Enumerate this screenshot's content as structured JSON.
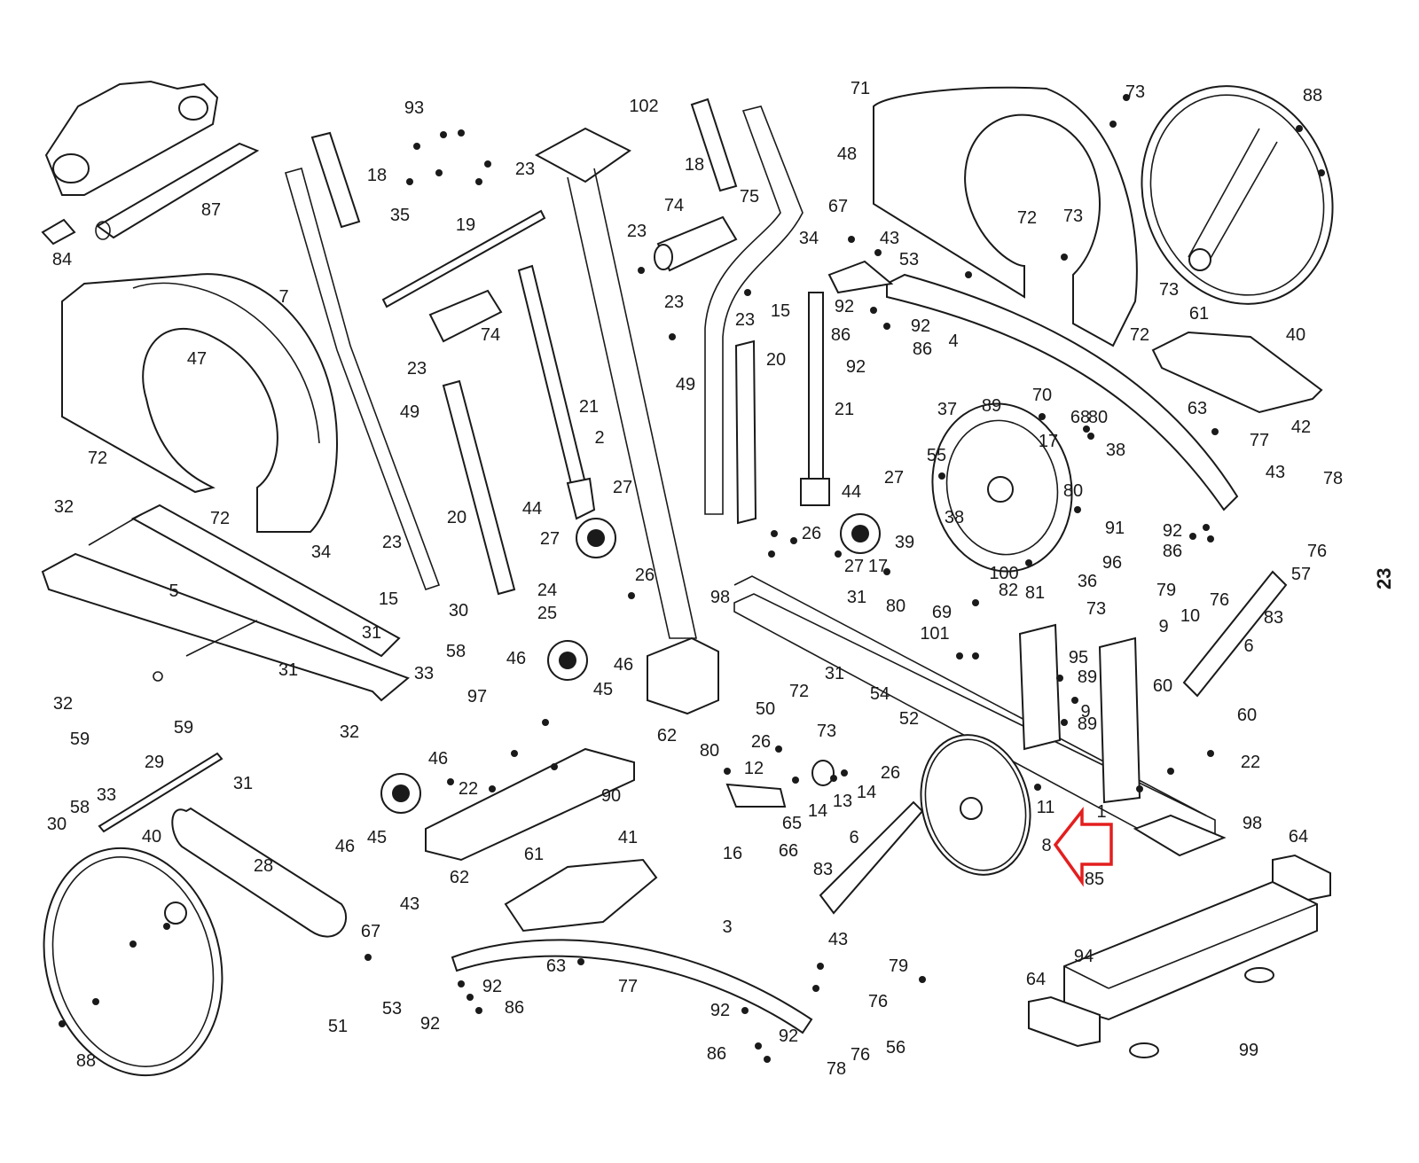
{
  "document": {
    "page_number": "23",
    "highlight": {
      "target_part": "8",
      "color": "#e41e1e",
      "shape": "outlined-arrow-pointing-left"
    }
  },
  "diagram": {
    "title": "Exploded parts diagram",
    "callouts": [
      {
        "id": "c93",
        "label": "93"
      },
      {
        "id": "c102",
        "label": "102"
      },
      {
        "id": "c71",
        "label": "71"
      },
      {
        "id": "c73a",
        "label": "73"
      },
      {
        "id": "c88a",
        "label": "88"
      },
      {
        "id": "c18a",
        "label": "18"
      },
      {
        "id": "c18b",
        "label": "18"
      },
      {
        "id": "c87",
        "label": "87"
      },
      {
        "id": "c35",
        "label": "35"
      },
      {
        "id": "c23a",
        "label": "23"
      },
      {
        "id": "c19",
        "label": "19"
      },
      {
        "id": "c74a",
        "label": "74"
      },
      {
        "id": "c75",
        "label": "75"
      },
      {
        "id": "c48",
        "label": "48"
      },
      {
        "id": "c84",
        "label": "84"
      },
      {
        "id": "c23b",
        "label": "23"
      },
      {
        "id": "c67a",
        "label": "67"
      },
      {
        "id": "c43a",
        "label": "43"
      },
      {
        "id": "c72a",
        "label": "72"
      },
      {
        "id": "c73b",
        "label": "73"
      },
      {
        "id": "c34a",
        "label": "34"
      },
      {
        "id": "c53a",
        "label": "53"
      },
      {
        "id": "c7",
        "label": "7"
      },
      {
        "id": "c23c",
        "label": "23"
      },
      {
        "id": "c15a",
        "label": "15"
      },
      {
        "id": "c73c",
        "label": "73"
      },
      {
        "id": "c74b",
        "label": "74"
      },
      {
        "id": "c23d",
        "label": "23"
      },
      {
        "id": "c92a",
        "label": "92"
      },
      {
        "id": "c92b",
        "label": "92"
      },
      {
        "id": "c72b",
        "label": "72"
      },
      {
        "id": "c61a",
        "label": "61"
      },
      {
        "id": "c4",
        "label": "4"
      },
      {
        "id": "c86a",
        "label": "86"
      },
      {
        "id": "c40a",
        "label": "40"
      },
      {
        "id": "c47",
        "label": "47"
      },
      {
        "id": "c23e",
        "label": "23"
      },
      {
        "id": "c20a",
        "label": "20"
      },
      {
        "id": "c92c",
        "label": "92"
      },
      {
        "id": "c86b",
        "label": "86"
      },
      {
        "id": "c49a",
        "label": "49"
      },
      {
        "id": "c49b",
        "label": "49"
      },
      {
        "id": "c63a",
        "label": "63"
      },
      {
        "id": "c42",
        "label": "42"
      },
      {
        "id": "c77a",
        "label": "77"
      },
      {
        "id": "c89a",
        "label": "89"
      },
      {
        "id": "c70",
        "label": "70"
      },
      {
        "id": "c37",
        "label": "37"
      },
      {
        "id": "c68",
        "label": "68"
      },
      {
        "id": "c80a",
        "label": "80"
      },
      {
        "id": "c21a",
        "label": "21"
      },
      {
        "id": "c21b",
        "label": "21"
      },
      {
        "id": "c2",
        "label": "2"
      },
      {
        "id": "c17a",
        "label": "17"
      },
      {
        "id": "c38a",
        "label": "38"
      },
      {
        "id": "c55",
        "label": "55"
      },
      {
        "id": "c72c",
        "label": "72"
      },
      {
        "id": "c27a",
        "label": "27"
      },
      {
        "id": "c44a",
        "label": "44"
      },
      {
        "id": "c44b",
        "label": "44"
      },
      {
        "id": "c27b",
        "label": "27"
      },
      {
        "id": "c43b",
        "label": "43"
      },
      {
        "id": "c78a",
        "label": "78"
      },
      {
        "id": "c32a",
        "label": "32"
      },
      {
        "id": "c20b",
        "label": "20"
      },
      {
        "id": "c26a",
        "label": "26"
      },
      {
        "id": "c38b",
        "label": "38"
      },
      {
        "id": "c80b",
        "label": "80"
      },
      {
        "id": "c39",
        "label": "39"
      },
      {
        "id": "c27c",
        "label": "27"
      },
      {
        "id": "c17b",
        "label": "17"
      },
      {
        "id": "c91",
        "label": "91"
      },
      {
        "id": "c92d",
        "label": "92"
      },
      {
        "id": "c27d",
        "label": "27"
      },
      {
        "id": "c86c",
        "label": "86"
      },
      {
        "id": "c76a",
        "label": "76"
      },
      {
        "id": "c72d",
        "label": "72"
      },
      {
        "id": "c34b",
        "label": "34"
      },
      {
        "id": "c23f",
        "label": "23"
      },
      {
        "id": "c100",
        "label": "100"
      },
      {
        "id": "c96",
        "label": "96"
      },
      {
        "id": "c5",
        "label": "5"
      },
      {
        "id": "c15b",
        "label": "15"
      },
      {
        "id": "c24",
        "label": "24"
      },
      {
        "id": "c26b",
        "label": "26"
      },
      {
        "id": "c98a",
        "label": "98"
      },
      {
        "id": "c36",
        "label": "36"
      },
      {
        "id": "c57",
        "label": "57"
      },
      {
        "id": "c82",
        "label": "82"
      },
      {
        "id": "c79a",
        "label": "79"
      },
      {
        "id": "c31a",
        "label": "31"
      },
      {
        "id": "c80c",
        "label": "80"
      },
      {
        "id": "c76b",
        "label": "76"
      },
      {
        "id": "c30a",
        "label": "30"
      },
      {
        "id": "c25",
        "label": "25"
      },
      {
        "id": "c81",
        "label": "81"
      },
      {
        "id": "c73d",
        "label": "73"
      },
      {
        "id": "c83a",
        "label": "83"
      },
      {
        "id": "c69",
        "label": "69"
      },
      {
        "id": "c31b",
        "label": "31"
      },
      {
        "id": "c58a",
        "label": "58"
      },
      {
        "id": "c101",
        "label": "101"
      },
      {
        "id": "c9a",
        "label": "9"
      },
      {
        "id": "c10",
        "label": "10"
      },
      {
        "id": "c6a",
        "label": "6"
      },
      {
        "id": "c46a",
        "label": "46"
      },
      {
        "id": "c46b",
        "label": "46"
      },
      {
        "id": "c95",
        "label": "95"
      },
      {
        "id": "c31c",
        "label": "31"
      },
      {
        "id": "c33a",
        "label": "33"
      },
      {
        "id": "c45a",
        "label": "45"
      },
      {
        "id": "c32b",
        "label": "32"
      },
      {
        "id": "c31d",
        "label": "31"
      },
      {
        "id": "c97",
        "label": "97"
      },
      {
        "id": "c72e",
        "label": "72"
      },
      {
        "id": "c54",
        "label": "54"
      },
      {
        "id": "c89b",
        "label": "89"
      },
      {
        "id": "c60a",
        "label": "60"
      },
      {
        "id": "c50",
        "label": "50"
      },
      {
        "id": "c9b",
        "label": "9"
      },
      {
        "id": "c60b",
        "label": "60"
      },
      {
        "id": "c52",
        "label": "52"
      },
      {
        "id": "c59a",
        "label": "59"
      },
      {
        "id": "c59b",
        "label": "59"
      },
      {
        "id": "c73e",
        "label": "73"
      },
      {
        "id": "c89c",
        "label": "89"
      },
      {
        "id": "c62a",
        "label": "62"
      },
      {
        "id": "c32c",
        "label": "32"
      },
      {
        "id": "c26c",
        "label": "26"
      },
      {
        "id": "c80d",
        "label": "80"
      },
      {
        "id": "c22a",
        "label": "22"
      },
      {
        "id": "c12",
        "label": "12"
      },
      {
        "id": "c46c",
        "label": "46"
      },
      {
        "id": "c26d",
        "label": "26"
      },
      {
        "id": "c29",
        "label": "29"
      },
      {
        "id": "c31e",
        "label": "31"
      },
      {
        "id": "c22b",
        "label": "22"
      },
      {
        "id": "c13",
        "label": "13"
      },
      {
        "id": "c14a",
        "label": "14"
      },
      {
        "id": "c14b",
        "label": "14"
      },
      {
        "id": "c90",
        "label": "90"
      },
      {
        "id": "c11",
        "label": "11"
      },
      {
        "id": "c33b",
        "label": "33"
      },
      {
        "id": "c58b",
        "label": "58"
      },
      {
        "id": "c30b",
        "label": "30"
      },
      {
        "id": "c65",
        "label": "65"
      },
      {
        "id": "c1",
        "label": "1"
      },
      {
        "id": "c98b",
        "label": "98"
      },
      {
        "id": "c40b",
        "label": "40"
      },
      {
        "id": "c45b",
        "label": "45"
      },
      {
        "id": "c46d",
        "label": "46"
      },
      {
        "id": "c6b",
        "label": "6"
      },
      {
        "id": "c8",
        "label": "8"
      },
      {
        "id": "c41",
        "label": "41"
      },
      {
        "id": "c64a",
        "label": "64"
      },
      {
        "id": "c16",
        "label": "16"
      },
      {
        "id": "c66",
        "label": "66"
      },
      {
        "id": "c28",
        "label": "28"
      },
      {
        "id": "c61b",
        "label": "61"
      },
      {
        "id": "c62b",
        "label": "62"
      },
      {
        "id": "c83b",
        "label": "83"
      },
      {
        "id": "c85",
        "label": "85"
      },
      {
        "id": "c43c",
        "label": "43"
      },
      {
        "id": "c3",
        "label": "3"
      },
      {
        "id": "c67b",
        "label": "67"
      },
      {
        "id": "c43d",
        "label": "43"
      },
      {
        "id": "c94",
        "label": "94"
      },
      {
        "id": "c79b",
        "label": "79"
      },
      {
        "id": "c63b",
        "label": "63"
      },
      {
        "id": "c77b",
        "label": "77"
      },
      {
        "id": "c92e",
        "label": "92"
      },
      {
        "id": "c64b",
        "label": "64"
      },
      {
        "id": "c53b",
        "label": "53"
      },
      {
        "id": "c86d",
        "label": "86"
      },
      {
        "id": "c92f",
        "label": "92"
      },
      {
        "id": "c76c",
        "label": "76"
      },
      {
        "id": "c92g",
        "label": "92"
      },
      {
        "id": "c92h",
        "label": "92"
      },
      {
        "id": "c51",
        "label": "51"
      },
      {
        "id": "c56",
        "label": "56"
      },
      {
        "id": "c86e",
        "label": "86"
      },
      {
        "id": "c76d",
        "label": "76"
      },
      {
        "id": "c99",
        "label": "99"
      },
      {
        "id": "c88b",
        "label": "88"
      },
      {
        "id": "c78b",
        "label": "78"
      }
    ]
  }
}
